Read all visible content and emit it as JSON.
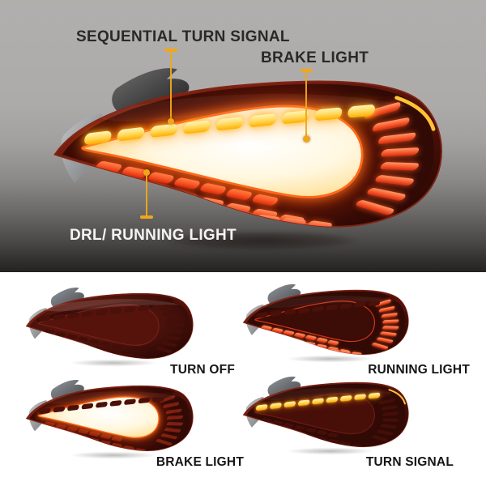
{
  "hero": {
    "state": "all",
    "callouts": [
      {
        "label": "SEQUENTIAL TURN SIGNAL"
      },
      {
        "label": "BRAKE LIGHT"
      },
      {
        "label": "DRL/ RUNNING LIGHT"
      }
    ]
  },
  "modes": [
    {
      "label": "TURN OFF",
      "state": "off"
    },
    {
      "label": "RUNNING LIGHT",
      "state": "running"
    },
    {
      "label": "BRAKE LIGHT",
      "state": "brake"
    },
    {
      "label": "TURN SIGNAL",
      "state": "turn"
    }
  ],
  "colors": {
    "callout_gold": "#f1a61a",
    "amber_lit": "#ffc02a",
    "red_lit": "#f4502a",
    "brake_white": "#fff6dd",
    "hero_bg_top": "#b1afae",
    "hero_bg_bottom": "#252321"
  }
}
